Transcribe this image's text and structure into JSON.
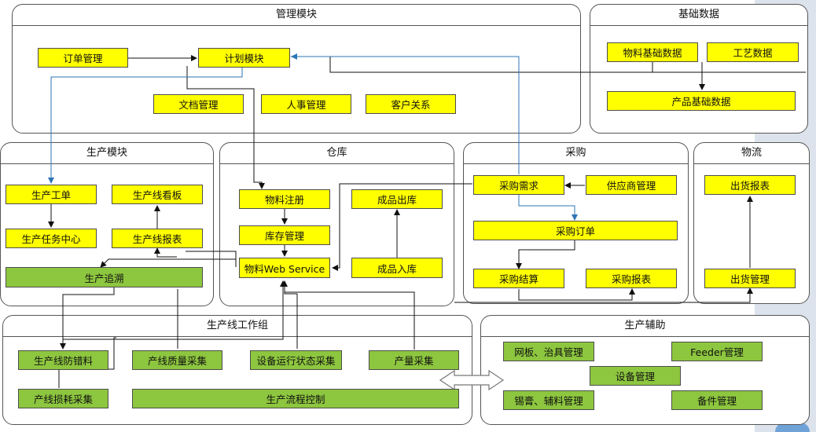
{
  "groups": {
    "management": "管理模块",
    "basic_data": "基础数据",
    "production": "生产模块",
    "warehouse": "仓库",
    "purchasing": "采购",
    "logistics": "物流",
    "line_workgroup": "生产线工作组",
    "production_support": "生产辅助"
  },
  "nodes": {
    "order_mgmt": "订单管理",
    "plan_module": "计划模块",
    "document_mgmt": "文档管理",
    "hr_mgmt": "人事管理",
    "customer_relations": "客户关系",
    "material_basic_data": "物料基础数据",
    "process_data": "工艺数据",
    "product_basic_data": "产品基础数据",
    "work_order": "生产工单",
    "line_kanban": "生产线看板",
    "task_center": "生产任务中心",
    "line_report": "生产线报表",
    "traceability": "生产追溯",
    "material_registration": "物料注册",
    "inventory_mgmt": "库存管理",
    "material_web_service": "物料Web Service",
    "finished_goods_out": "成品出库",
    "finished_goods_in": "成品入库",
    "purchase_demand": "采购需求",
    "supplier_mgmt": "供应商管理",
    "purchase_order": "采购订单",
    "purchase_settlement": "采购结算",
    "purchase_report": "采购报表",
    "shipping_report": "出货报表",
    "shipping_mgmt": "出货管理",
    "line_error_proofing": "生产线防错料",
    "quality_collection": "产线质量采集",
    "equipment_status_collection": "设备运行状态采集",
    "output_collection": "产量采集",
    "consumption_collection": "产线损耗采集",
    "process_control": "生产流程控制",
    "stencil_fixture_mgmt": "网板、治具管理",
    "feeder_mgmt": "Feeder管理",
    "equipment_mgmt": "设备管理",
    "solder_aux_mgmt": "锡膏、辅料管理",
    "spare_parts_mgmt": "备件管理"
  },
  "colors": {
    "module_box": "#ffff00",
    "workgroup_box": "#8dc63f",
    "connector_black": "#111111",
    "connector_blue": "#2e75b6",
    "side_band": "#dce3ec"
  }
}
